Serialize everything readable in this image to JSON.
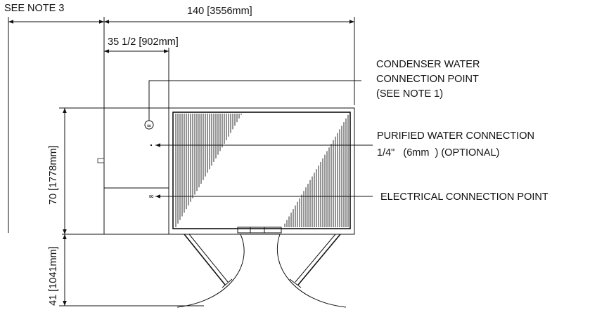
{
  "dimensions": {
    "overall_width": "140 [3556mm]",
    "left_offset": "35 1/2 [902mm]",
    "height": "70 [1778mm]",
    "door_swing": "41 [1041mm]"
  },
  "notes": {
    "see_note": "SEE NOTE 3"
  },
  "callouts": {
    "condenser_line1": "CONDENSER WATER",
    "condenser_line2": "CONNECTION POINT",
    "condenser_line3": "(SEE NOTE 1)",
    "purified_line1": "PURIFIED WATER CONNECTION",
    "purified_line2": "1/4\"   (6mm  ) (OPTIONAL)",
    "electrical": "ELECTRICAL CONNECTION POINT"
  },
  "symbols": {
    "condenser_symbol": "∞",
    "electrical_symbol": "∞"
  }
}
